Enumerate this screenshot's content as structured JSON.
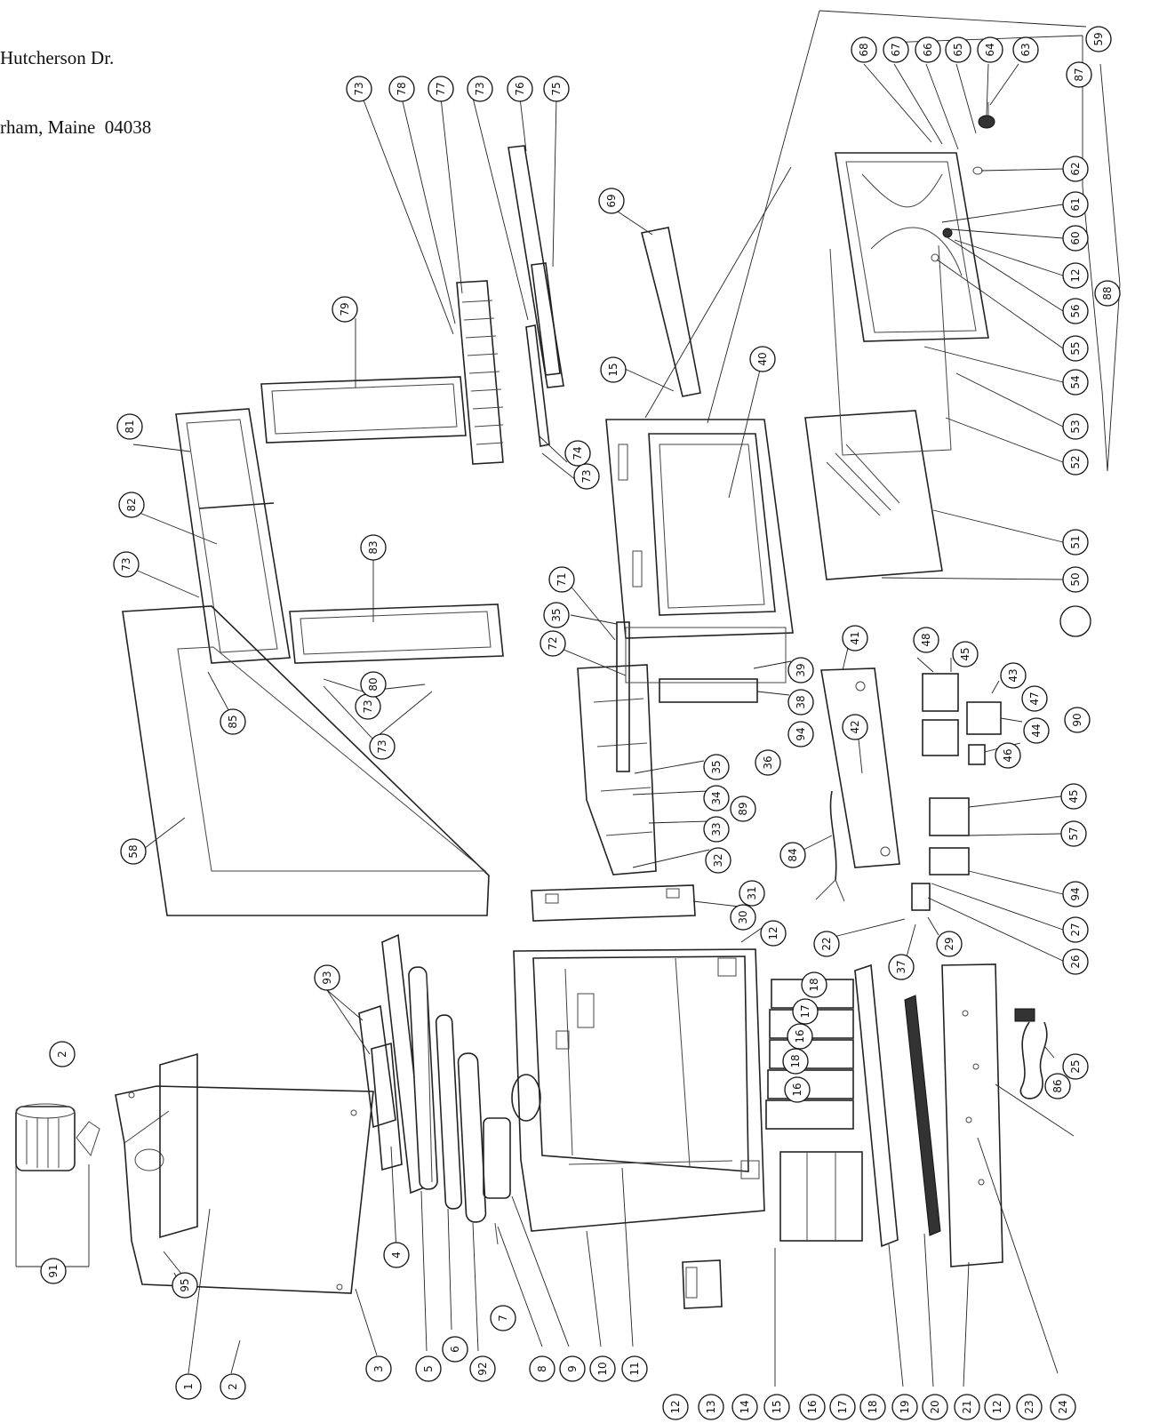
{
  "address": {
    "line1": "Hutcherson Dr.",
    "line2": "rham, Maine  04038"
  },
  "callouts": [
    "1",
    "2",
    "2",
    "3",
    "4",
    "5",
    "6",
    "92",
    "7",
    "8",
    "9",
    "10",
    "11",
    "12",
    "13",
    "14",
    "15",
    "16",
    "17",
    "18",
    "16",
    "18",
    "16",
    "17",
    "18",
    "19",
    "20",
    "21",
    "12",
    "23",
    "24",
    "25",
    "86",
    "12",
    "30",
    "31",
    "32",
    "33",
    "34",
    "35",
    "89",
    "36",
    "94",
    "38",
    "39",
    "71",
    "35",
    "72",
    "73",
    "80",
    "73",
    "85",
    "58",
    "73",
    "82",
    "81",
    "83",
    "79",
    "73",
    "78",
    "77",
    "73",
    "76",
    "75",
    "74",
    "73",
    "69",
    "15",
    "40",
    "41",
    "42",
    "84",
    "22",
    "37",
    "29",
    "26",
    "27",
    "94",
    "57",
    "45",
    "46",
    "44",
    "47",
    "43",
    "45",
    "48",
    "90",
    "50",
    "51",
    "52",
    "53",
    "54",
    "55",
    "56",
    "12",
    "60",
    "61",
    "62",
    "63",
    "64",
    "65",
    "66",
    "67",
    "68",
    "87",
    "59",
    "88",
    "91",
    "93",
    "95",
    ""
  ]
}
